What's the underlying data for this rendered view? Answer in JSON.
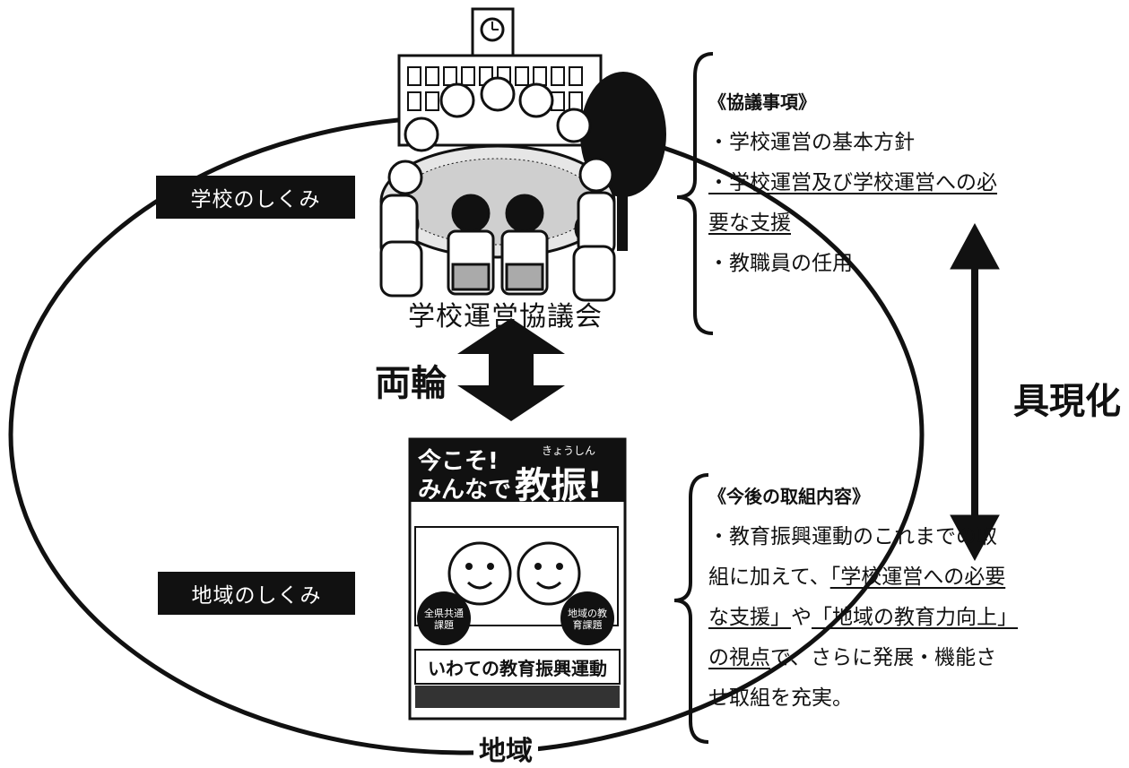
{
  "labels": {
    "school_system": "学校のしくみ",
    "community_system": "地域のしくみ",
    "council": "学校運営協議会",
    "two_wheels": "両輪",
    "realization": "具現化",
    "community": "地域"
  },
  "discussion": {
    "heading": "《協議事項》",
    "item1": "・学校運営の基本方針",
    "item2_a": "・学校運営及び学校運営への必",
    "item2_b": "要な支援",
    "item3": "・教職員の任用"
  },
  "future": {
    "heading": "《今後の取組内容》",
    "line1": "・教育振興運動のこれまでの取",
    "line2_pre": "組に加えて、",
    "line2_u": "「学校運営への必要",
    "line3_u1": "な支援」",
    "line3_mid": "や",
    "line3_u2": "「地域の教育力向上」",
    "line4_u": "の視点",
    "line4_post": "で、さらに発展・機能さ",
    "line5": "せ取組を充実。"
  },
  "poster": {
    "headline1": "今こそ!",
    "headline2": "みんなで",
    "headline_big": "教振!",
    "ruby": "きょうしん",
    "badge_left": "全県共通課題",
    "badge_right": "地域の教育課題",
    "footer_title": "いわての教育振興運動"
  }
}
